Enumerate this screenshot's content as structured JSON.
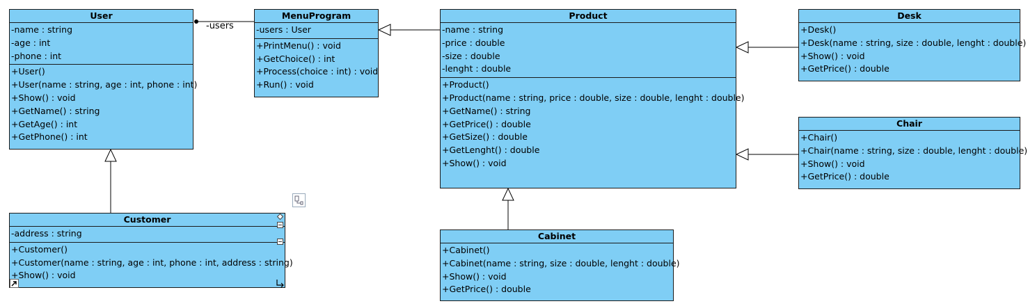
{
  "classes": {
    "user": {
      "name": "User",
      "attributes": [
        "-name : string",
        "-age : int",
        "-phone : int"
      ],
      "methods": [
        "+User()",
        "+User(name : string, age : int, phone : int)",
        "+Show() : void",
        "+GetName() : string",
        "+GetAge() : int",
        "+GetPhone() : int"
      ]
    },
    "menuprogram": {
      "name": "MenuProgram",
      "attributes": [
        "-users : User"
      ],
      "methods": [
        "+PrintMenu() : void",
        "+GetChoice() : int",
        "+Process(choice : int) : void",
        "+Run() : void"
      ]
    },
    "product": {
      "name": "Product",
      "attributes": [
        "-name : string",
        "-price : double",
        "-size : double",
        "-lenght : double"
      ],
      "methods": [
        "+Product()",
        "+Product(name : string, price : double, size : double, lenght : double)",
        "+GetName() : string",
        "+GetPrice() : double",
        "+GetSize() : double",
        "+GetLenght() : double",
        "+Show() : void"
      ]
    },
    "desk": {
      "name": "Desk",
      "attributes": [],
      "methods": [
        "+Desk()",
        "+Desk(name : string, size : double, lenght : double)",
        "+Show() : void",
        "+GetPrice() : double"
      ]
    },
    "chair": {
      "name": "Chair",
      "attributes": [],
      "methods": [
        "+Chair()",
        "+Chair(name : string, size : double, lenght : double)",
        "+Show() : void",
        "+GetPrice() : double"
      ]
    },
    "customer": {
      "name": "Customer",
      "attributes": [
        "-address : string"
      ],
      "methods": [
        "+Customer()",
        "+Customer(name : string, age : int, phone : int, address : string)",
        "+Show() : void"
      ]
    },
    "cabinet": {
      "name": "Cabinet",
      "attributes": [],
      "methods": [
        "+Cabinet()",
        "+Cabinet(name : string, size : double, lenght : double)",
        "+Show() : void",
        "+GetPrice() : double"
      ]
    }
  },
  "association_label": "-users",
  "colors": {
    "class_fill": "#7fcef5",
    "line": "#000000"
  }
}
